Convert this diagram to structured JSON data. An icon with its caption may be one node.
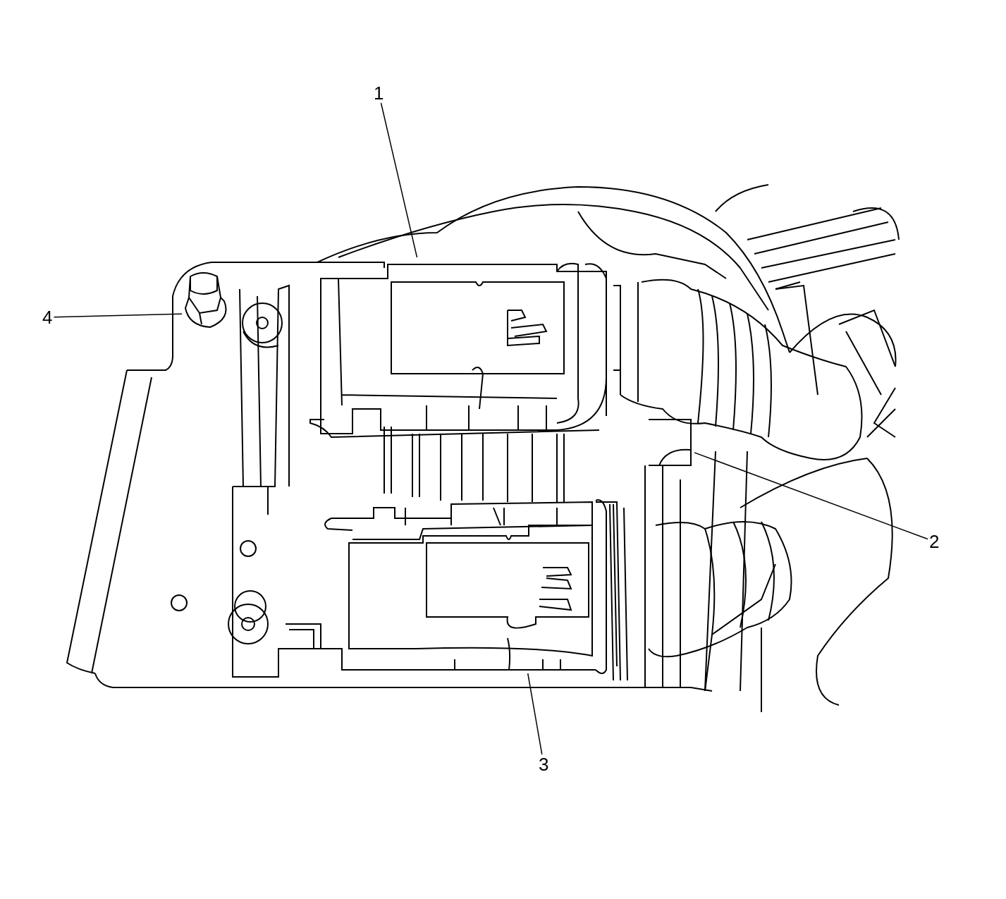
{
  "diagram": {
    "nodes": [
      {
        "text": [
          "1"
        ]
      },
      {
        "text": [
          "4"
        ]
      },
      {
        "text": [
          "2"
        ]
      },
      {
        "text": [
          "3"
        ]
      },
      {
        "text": [],
        "shape": "picture"
      },
      {
        "text": [],
        "shape": "picture"
      },
      {
        "text": [],
        "shape": "picture"
      },
      {
        "text": [],
        "shape": "picture"
      }
    ],
    "edges": [
      {
        "from": 0,
        "to": 4,
        "arrow": "none"
      },
      {
        "from": 1,
        "to": 5,
        "arrow": "none"
      },
      {
        "from": 2,
        "to": 6,
        "arrow": "none"
      },
      {
        "from": 3,
        "to": 7,
        "arrow": "none"
      }
    ]
  }
}
